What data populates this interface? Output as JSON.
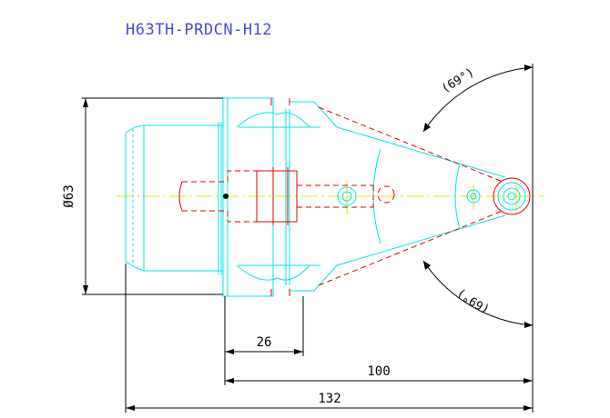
{
  "title": "H63TH-PRDCN-H12",
  "dimensions": {
    "diameter": "Ø63",
    "length_26": "26",
    "length_100": "100",
    "length_132": "132"
  },
  "angles": {
    "upper": "(69°)",
    "lower": "(69°)"
  },
  "colors": {
    "outline": "#00e5e5",
    "hidden": "#e00000",
    "centerline": "#e6e600",
    "dimension": "#000000",
    "title": "#4a4ad8"
  }
}
